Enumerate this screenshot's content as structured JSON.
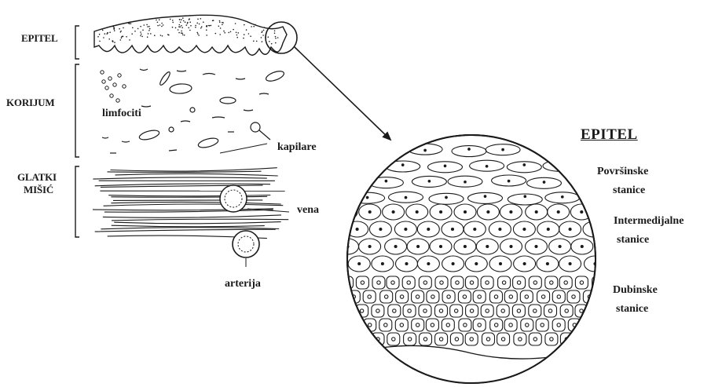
{
  "layers": {
    "epitel": "EPITEL",
    "korijum": "KORIJUM",
    "glatki_misic_line1": "GLATKI",
    "glatki_misic_line2": "MIŠIĆ"
  },
  "tissue_labels": {
    "limfociti": "limfociti",
    "kapilare": "kapilare",
    "vena": "vena",
    "arterija": "arterija"
  },
  "zoom": {
    "title": "EPITEL",
    "povrsinske_line1": "Površinske",
    "povrsinske_line2": "stanice",
    "intermedijalne_line1": "Intermedijalne",
    "intermedijalne_line2": "stanice",
    "dubinske_line1": "Dubinske",
    "dubinske_line2": "stanice"
  },
  "colors": {
    "ink": "#1a1a1a",
    "background": "#ffffff"
  }
}
